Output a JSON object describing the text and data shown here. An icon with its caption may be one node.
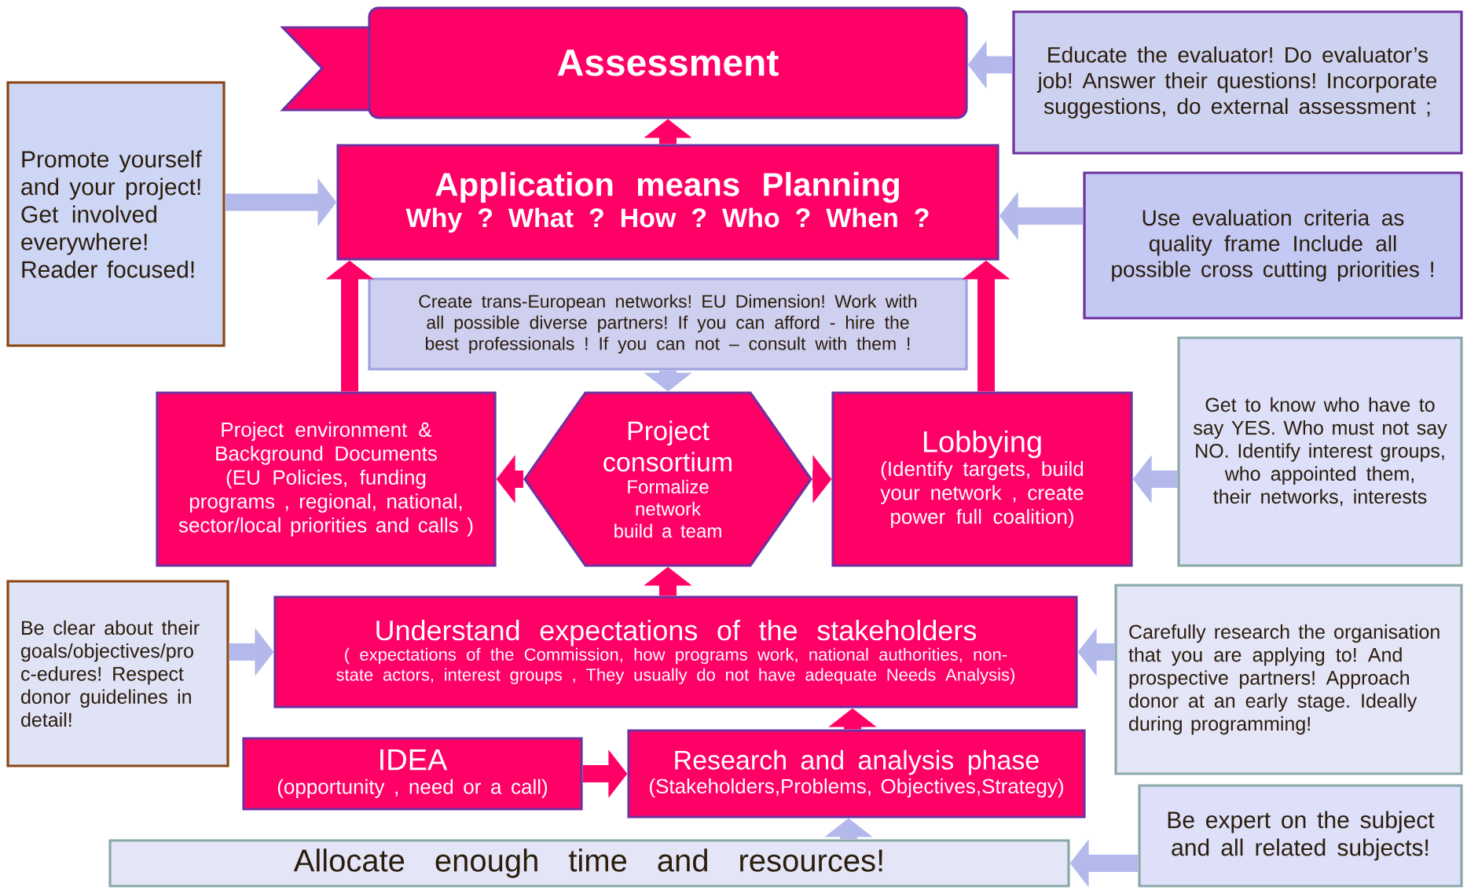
{
  "diagram": {
    "nodes": [
      {
        "text": [
          "Assessment"
        ]
      },
      {
        "text": [
          "Educate the evaluator! Do evaluator’s job! Answer their questions! Incorporate suggestions, do external assessment ;"
        ]
      },
      {
        "text": [
          "Promote yourself and your project! Get involved everywhere! Reader focused!"
        ]
      },
      {
        "text": [
          "Application means Planning",
          "Why ? What ? How ? Who ? When ?"
        ]
      },
      {
        "text": [
          "Use evaluation criteria as quality frame Include all possible cross cutting priorities !"
        ]
      },
      {
        "text": [
          "Create trans-European networks! EU Dimension! Work with all possible diverse partners! If you can afford - hire the best professionals ! If you can not – consult with them !"
        ]
      },
      {
        "text": [
          "Project environment & Background Documents",
          "(EU Policies, funding programs , regional, national, sector/local priorities and calls )"
        ]
      },
      {
        "text": [
          "Project consortium",
          "Formalize network build a team"
        ]
      },
      {
        "text": [
          "Lobbying",
          "(Identify targets, build your network , create power full coalition)"
        ]
      },
      {
        "text": [
          "Get to know who have to say YES. Who must not say NO. Identify interest groups, who appointed them, their networks, interests"
        ]
      },
      {
        "text": [
          "Be clear about their goals/objectives/pro c-edures! Respect donor guidelines in detail!"
        ]
      },
      {
        "text": [
          "Understand expectations of the stakeholders",
          "( expectations of the Commission, how programs work, national authorities, non-state actors, interest groups , They usually do not have adequate Needs Analysis)"
        ]
      },
      {
        "text": [
          "Carefully research the organisation that you are applying to! And prospective partners! Approach donor at an early stage. Ideally during programming!"
        ]
      },
      {
        "text": [
          "IDEA",
          "(opportunity , need or a call)"
        ]
      },
      {
        "text": [
          "Research and analysis phase",
          "(Stakeholders,Problems, Objectives,Strategy)"
        ]
      },
      {
        "text": [
          "Allocate enough time and resources!"
        ]
      },
      {
        "text": [
          "Be expert on the subject and all related subjects!"
        ]
      }
    ],
    "edges": [
      {
        "from": 1,
        "to": 0,
        "arrow": "to"
      },
      {
        "from": 2,
        "to": 3,
        "arrow": "to"
      },
      {
        "from": 4,
        "to": 3,
        "arrow": "to"
      },
      {
        "from": 5,
        "to": 7,
        "arrow": "to"
      },
      {
        "from": 9,
        "to": 8,
        "arrow": "to"
      },
      {
        "from": 10,
        "to": 11,
        "arrow": "to"
      },
      {
        "from": 12,
        "to": 11,
        "arrow": "to"
      },
      {
        "from": 15,
        "to": 14,
        "arrow": "to"
      },
      {
        "from": 16,
        "to": 15,
        "arrow": "to"
      },
      {
        "from": 13,
        "to": 14,
        "arrow": "to",
        "color": "#ff0066"
      },
      {
        "from": 14,
        "to": 11,
        "arrow": "to",
        "color": "#ff0066"
      },
      {
        "from": 11,
        "to": 7,
        "arrow": "to",
        "color": "#ff0066"
      },
      {
        "from": 7,
        "to": 6,
        "arrow": "to",
        "color": "#ff0066"
      },
      {
        "from": 7,
        "to": 8,
        "arrow": "to",
        "color": "#ff0066"
      },
      {
        "from": 6,
        "to": 3,
        "arrow": "to",
        "color": "#ff0066"
      },
      {
        "from": 8,
        "to": 3,
        "arrow": "to",
        "color": "#ff0066"
      },
      {
        "from": 3,
        "to": 0,
        "arrow": "to",
        "color": "#ff0066"
      }
    ]
  }
}
